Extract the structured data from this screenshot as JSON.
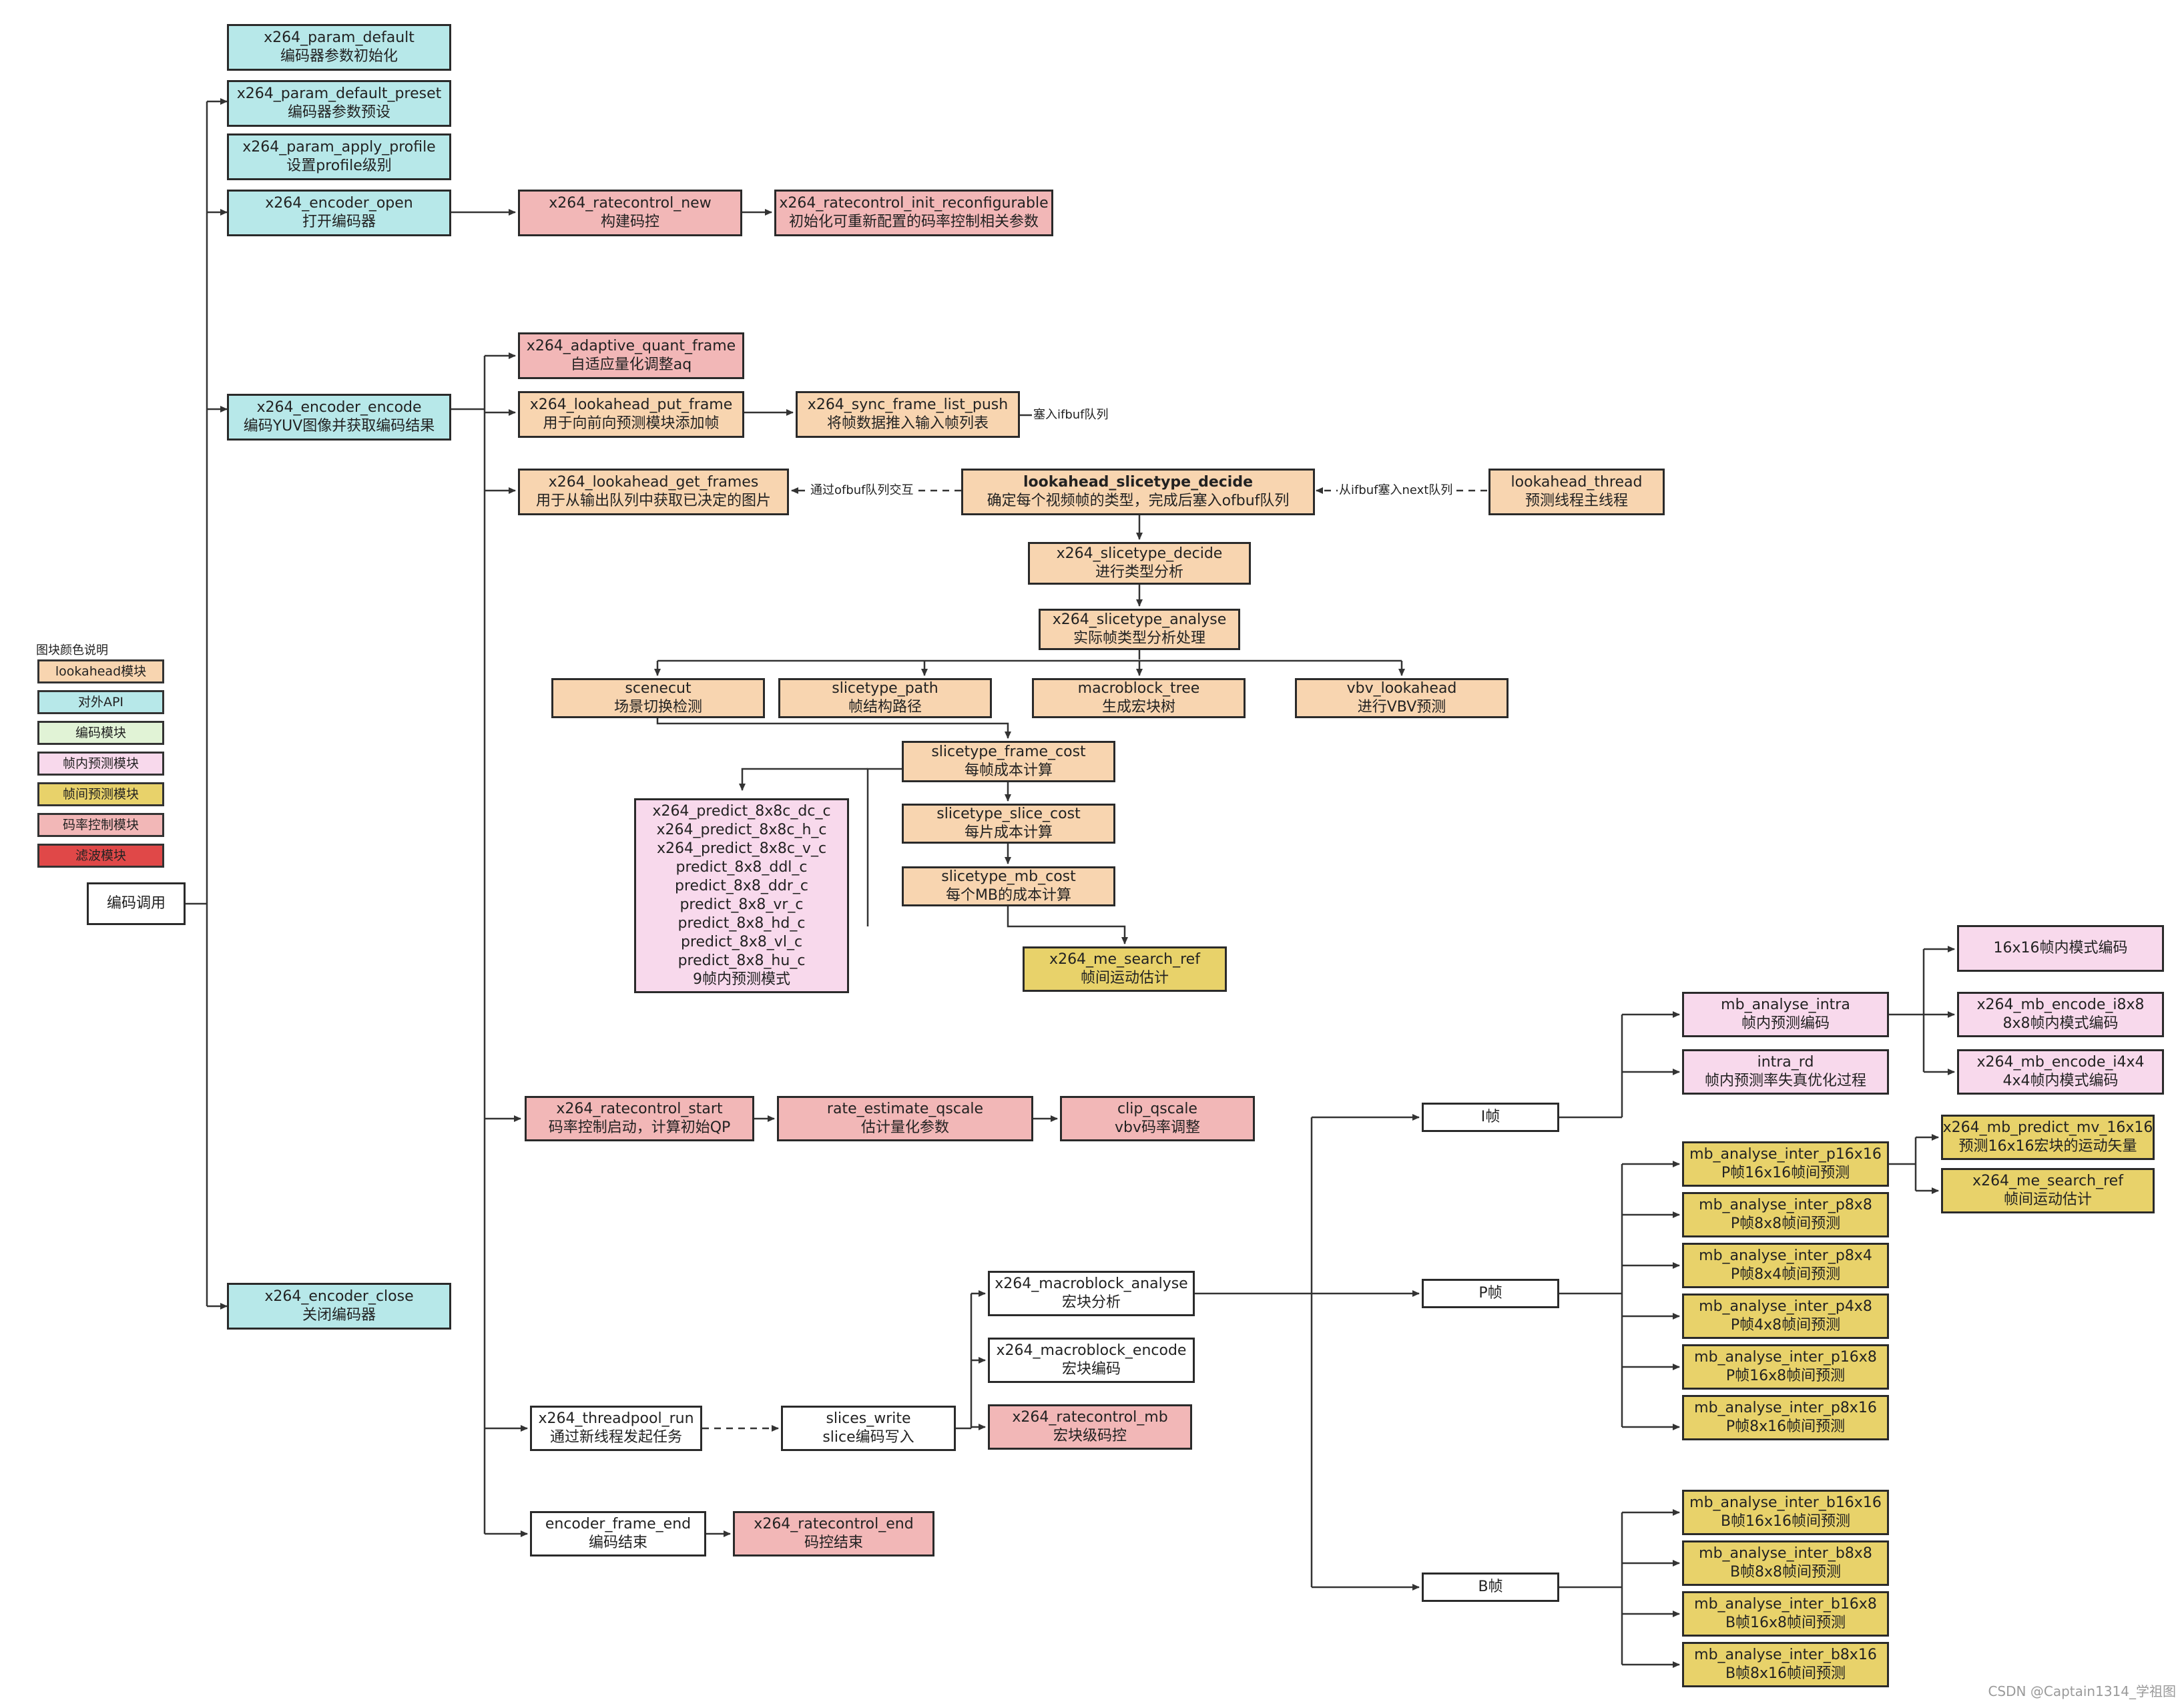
{
  "legend": {
    "title": "图块颜色说明",
    "items": [
      {
        "label": "lookahead模块",
        "color": "#f8d5b0"
      },
      {
        "label": "对外API",
        "color": "#b7e8e9"
      },
      {
        "label": "编码模块",
        "color": "#e1f3d6"
      },
      {
        "label": "帧内预测模块",
        "color": "#f8d9ec"
      },
      {
        "label": "帧间预测模块",
        "color": "#e8d26a"
      },
      {
        "label": "码率控制模块",
        "color": "#f2b7b7"
      },
      {
        "label": "滤波模块",
        "color": "#e04848"
      }
    ]
  },
  "nodes": {
    "root": {
      "lines": [
        "编码调用"
      ]
    },
    "param_default": {
      "lines": [
        "x264_param_default",
        "编码器参数初始化"
      ]
    },
    "param_default_preset": {
      "lines": [
        "x264_param_default_preset",
        "编码器参数预设"
      ]
    },
    "param_apply_profile": {
      "lines": [
        "x264_param_apply_profile",
        "设置profile级别"
      ]
    },
    "encoder_open": {
      "lines": [
        "x264_encoder_open",
        "打开编码器"
      ]
    },
    "ratecontrol_new": {
      "lines": [
        "x264_ratecontrol_new",
        "构建码控"
      ]
    },
    "ratecontrol_init_reconfigurable": {
      "lines": [
        "x264_ratecontrol_init_reconfigurable",
        "初始化可重新配置的码率控制相关参数"
      ]
    },
    "encoder_encode": {
      "lines": [
        "x264_encoder_encode",
        "编码YUV图像并获取编码结果"
      ]
    },
    "adaptive_quant_frame": {
      "lines": [
        "x264_adaptive_quant_frame",
        "自适应量化调整aq"
      ]
    },
    "lookahead_put_frame": {
      "lines": [
        "x264_lookahead_put_frame",
        "用于向前向预测模块添加帧"
      ]
    },
    "sync_frame_list_push": {
      "lines": [
        "x264_sync_frame_list_push",
        "将帧数据推入输入帧列表"
      ]
    },
    "lookahead_get_frames": {
      "lines": [
        "x264_lookahead_get_frames",
        "用于从输出队列中获取已决定的图片"
      ]
    },
    "lookahead_slicetype_decide": {
      "lines": [
        "lookahead_slicetype_decide",
        "确定每个视频帧的类型，完成后塞入ofbuf队列"
      ]
    },
    "lookahead_thread": {
      "lines": [
        "lookahead_thread",
        "预测线程主线程"
      ]
    },
    "slicetype_decide": {
      "lines": [
        "x264_slicetype_decide",
        "进行类型分析"
      ]
    },
    "slicetype_analyse": {
      "lines": [
        "x264_slicetype_analyse",
        "实际帧类型分析处理"
      ]
    },
    "scenecut": {
      "lines": [
        "scenecut",
        "场景切换检测"
      ]
    },
    "slicetype_path": {
      "lines": [
        "slicetype_path",
        "帧结构路径"
      ]
    },
    "macroblock_tree": {
      "lines": [
        "macroblock_tree",
        "生成宏块树"
      ]
    },
    "vbv_lookahead": {
      "lines": [
        "vbv_lookahead",
        "进行VBV预测"
      ]
    },
    "slicetype_frame_cost": {
      "lines": [
        "slicetype_frame_cost",
        "每帧成本计算"
      ]
    },
    "slicetype_slice_cost": {
      "lines": [
        "slicetype_slice_cost",
        "每片成本计算"
      ]
    },
    "slicetype_mb_cost": {
      "lines": [
        "slicetype_mb_cost",
        "每个MB的成本计算"
      ]
    },
    "predict_8x8": {
      "lines": [
        "x264_predict_8x8c_dc_c",
        "x264_predict_8x8c_h_c",
        "x264_predict_8x8c_v_c",
        "predict_8x8_ddl_c",
        "predict_8x8_ddr_c",
        "predict_8x8_vr_c",
        "predict_8x8_hd_c",
        "predict_8x8_vl_c",
        "predict_8x8_hu_c",
        "9帧内预测模式"
      ]
    },
    "me_search_ref_1": {
      "lines": [
        "x264_me_search_ref",
        "帧间运动估计"
      ]
    },
    "ratecontrol_start": {
      "lines": [
        "x264_ratecontrol_start",
        "码率控制启动，计算初始QP"
      ]
    },
    "rate_estimate_qscale": {
      "lines": [
        "rate_estimate_qscale",
        "估计量化参数"
      ]
    },
    "clip_qscale": {
      "lines": [
        "clip_qscale",
        "vbv码率调整"
      ]
    },
    "encoder_close": {
      "lines": [
        "x264_encoder_close",
        "关闭编码器"
      ]
    },
    "threadpool_run": {
      "lines": [
        "x264_threadpool_run",
        "通过新线程发起任务"
      ]
    },
    "slices_write": {
      "lines": [
        "slices_write",
        "slice编码写入"
      ]
    },
    "macroblock_analyse": {
      "lines": [
        "x264_macroblock_analyse",
        "宏块分析"
      ]
    },
    "macroblock_encode": {
      "lines": [
        "x264_macroblock_encode",
        "宏块编码"
      ]
    },
    "ratecontrol_mb": {
      "lines": [
        "x264_ratecontrol_mb",
        "宏块级码控"
      ]
    },
    "encoder_frame_end": {
      "lines": [
        "encoder_frame_end",
        "编码结束"
      ]
    },
    "ratecontrol_end": {
      "lines": [
        "x264_ratecontrol_end",
        "码控结束"
      ]
    },
    "i_frame": {
      "lines": [
        "I帧"
      ]
    },
    "p_frame": {
      "lines": [
        "P帧"
      ]
    },
    "b_frame": {
      "lines": [
        "B帧"
      ]
    },
    "mb_analyse_intra": {
      "lines": [
        "mb_analyse_intra",
        "帧内预测编码"
      ]
    },
    "intra_rd": {
      "lines": [
        "intra_rd",
        "帧内预测率失真优化过程"
      ]
    },
    "mode_16x16": {
      "lines": [
        "16x16帧内模式编码"
      ]
    },
    "mb_encode_i8x8": {
      "lines": [
        "x264_mb_encode_i8x8",
        "8x8帧内模式编码"
      ]
    },
    "mb_encode_i4x4": {
      "lines": [
        "x264_mb_encode_i4x4",
        "4x4帧内模式编码"
      ]
    },
    "inter_p16x16": {
      "lines": [
        "mb_analyse_inter_p16x16",
        "P帧16x16帧间预测"
      ]
    },
    "inter_p8x8": {
      "lines": [
        "mb_analyse_inter_p8x8",
        "P帧8x8帧间预测"
      ]
    },
    "inter_p8x4": {
      "lines": [
        "mb_analyse_inter_p8x4",
        "P帧8x4帧间预测"
      ]
    },
    "inter_p4x8": {
      "lines": [
        "mb_analyse_inter_p4x8",
        "P帧4x8帧间预测"
      ]
    },
    "inter_p16x8": {
      "lines": [
        "mb_analyse_inter_p16x8",
        "P帧16x8帧间预测"
      ]
    },
    "inter_p8x16": {
      "lines": [
        "mb_analyse_inter_p8x16",
        "P帧8x16帧间预测"
      ]
    },
    "mb_predict_mv_16x16": {
      "lines": [
        "x264_mb_predict_mv_16x16",
        "预测16x16宏块的运动矢量"
      ]
    },
    "me_search_ref_2": {
      "lines": [
        "x264_me_search_ref",
        "帧间运动估计"
      ]
    },
    "inter_b16x16": {
      "lines": [
        "mb_analyse_inter_b16x16",
        "B帧16x16帧间预测"
      ]
    },
    "inter_b8x8": {
      "lines": [
        "mb_analyse_inter_b8x8",
        "B帧8x8帧间预测"
      ]
    },
    "inter_b16x8": {
      "lines": [
        "mb_analyse_inter_b16x8",
        "B帧16x8帧间预测"
      ]
    },
    "inter_b8x16": {
      "lines": [
        "mb_analyse_inter_b8x16",
        "B帧8x16帧间预测"
      ]
    }
  },
  "edge_labels": {
    "ifbuf_push": "塞入ifbuf队列",
    "ofbuf_exchange": "通过ofbuf队列交互",
    "ifbuf_to_next": "从ifbuf塞入next队列"
  },
  "watermark": "CSDN @Captain1314_学祖图"
}
